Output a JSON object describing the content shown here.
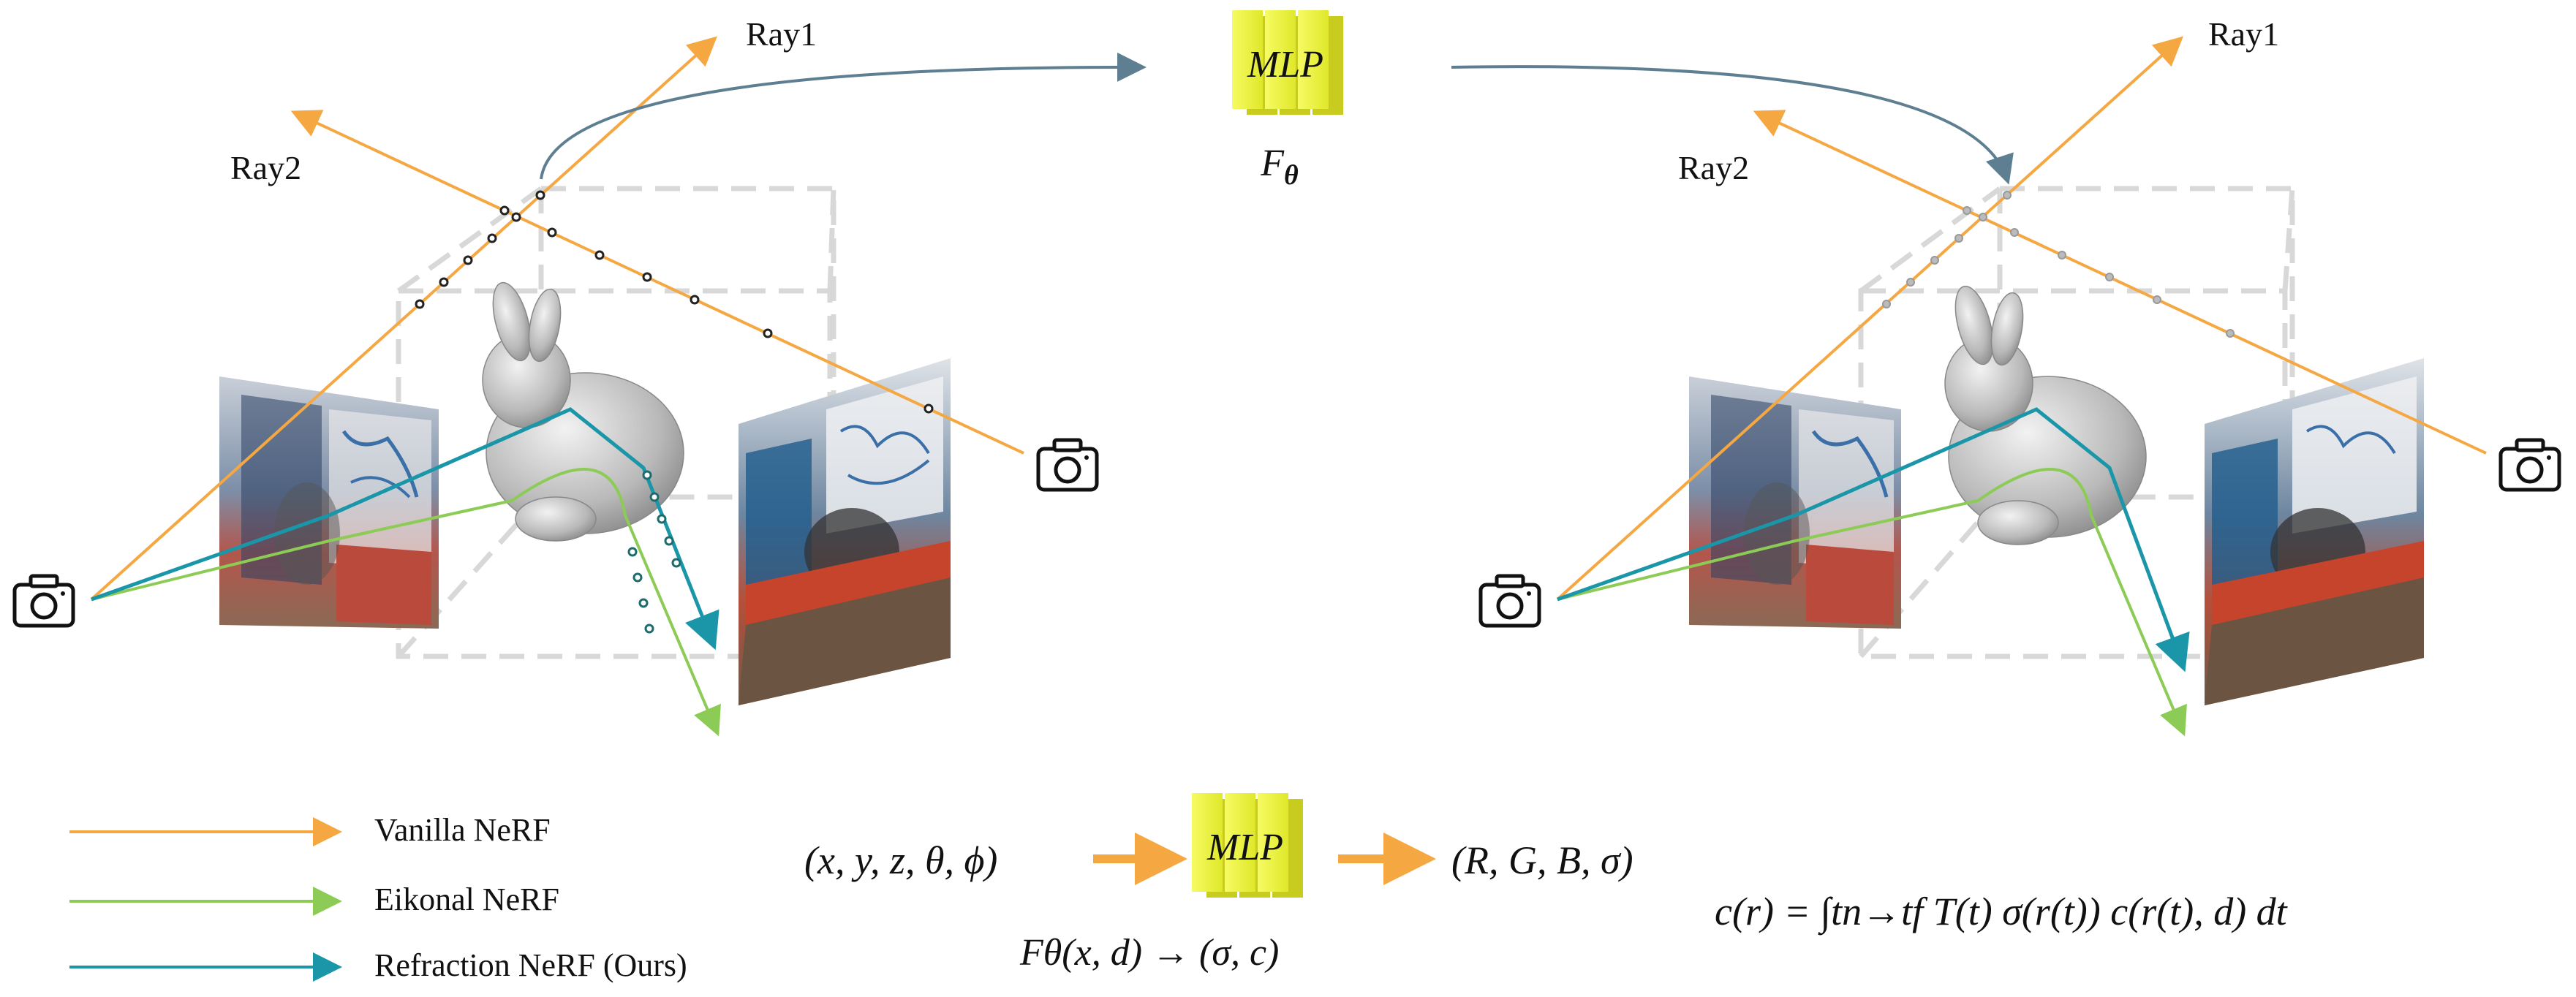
{
  "top": {
    "mlp_label": "MLP",
    "f_theta": "F",
    "f_theta_sub": "θ",
    "left_scene": {
      "ray1": "Ray1",
      "ray2": "Ray2"
    },
    "right_scene": {
      "ray1": "Ray1",
      "ray2": "Ray2"
    }
  },
  "legend": [
    {
      "label": "Vanilla NeRF",
      "color": "#F5A742"
    },
    {
      "label": "Eikonal NeRF",
      "color": "#8CCB55"
    },
    {
      "label": "Refraction NeRF (Ours)",
      "color": "#1B96A8"
    }
  ],
  "pipeline": {
    "input": "(x, y, z, θ, ϕ)",
    "mlp": "MLP",
    "output": "(R, G, B, σ)",
    "caption": "Fθ(x, d) → (σ, c)"
  },
  "equation": "c(r) = ∫tn→tf T(t) σ(r(t)) c(r(t), d) dt",
  "colors": {
    "vanilla": "#F5A742",
    "eikonal": "#8CCB55",
    "refraction": "#1B96A8",
    "mlp_block": "#EEF740",
    "query_arrow": "#5E7F92",
    "box": "#D8D8D8"
  }
}
